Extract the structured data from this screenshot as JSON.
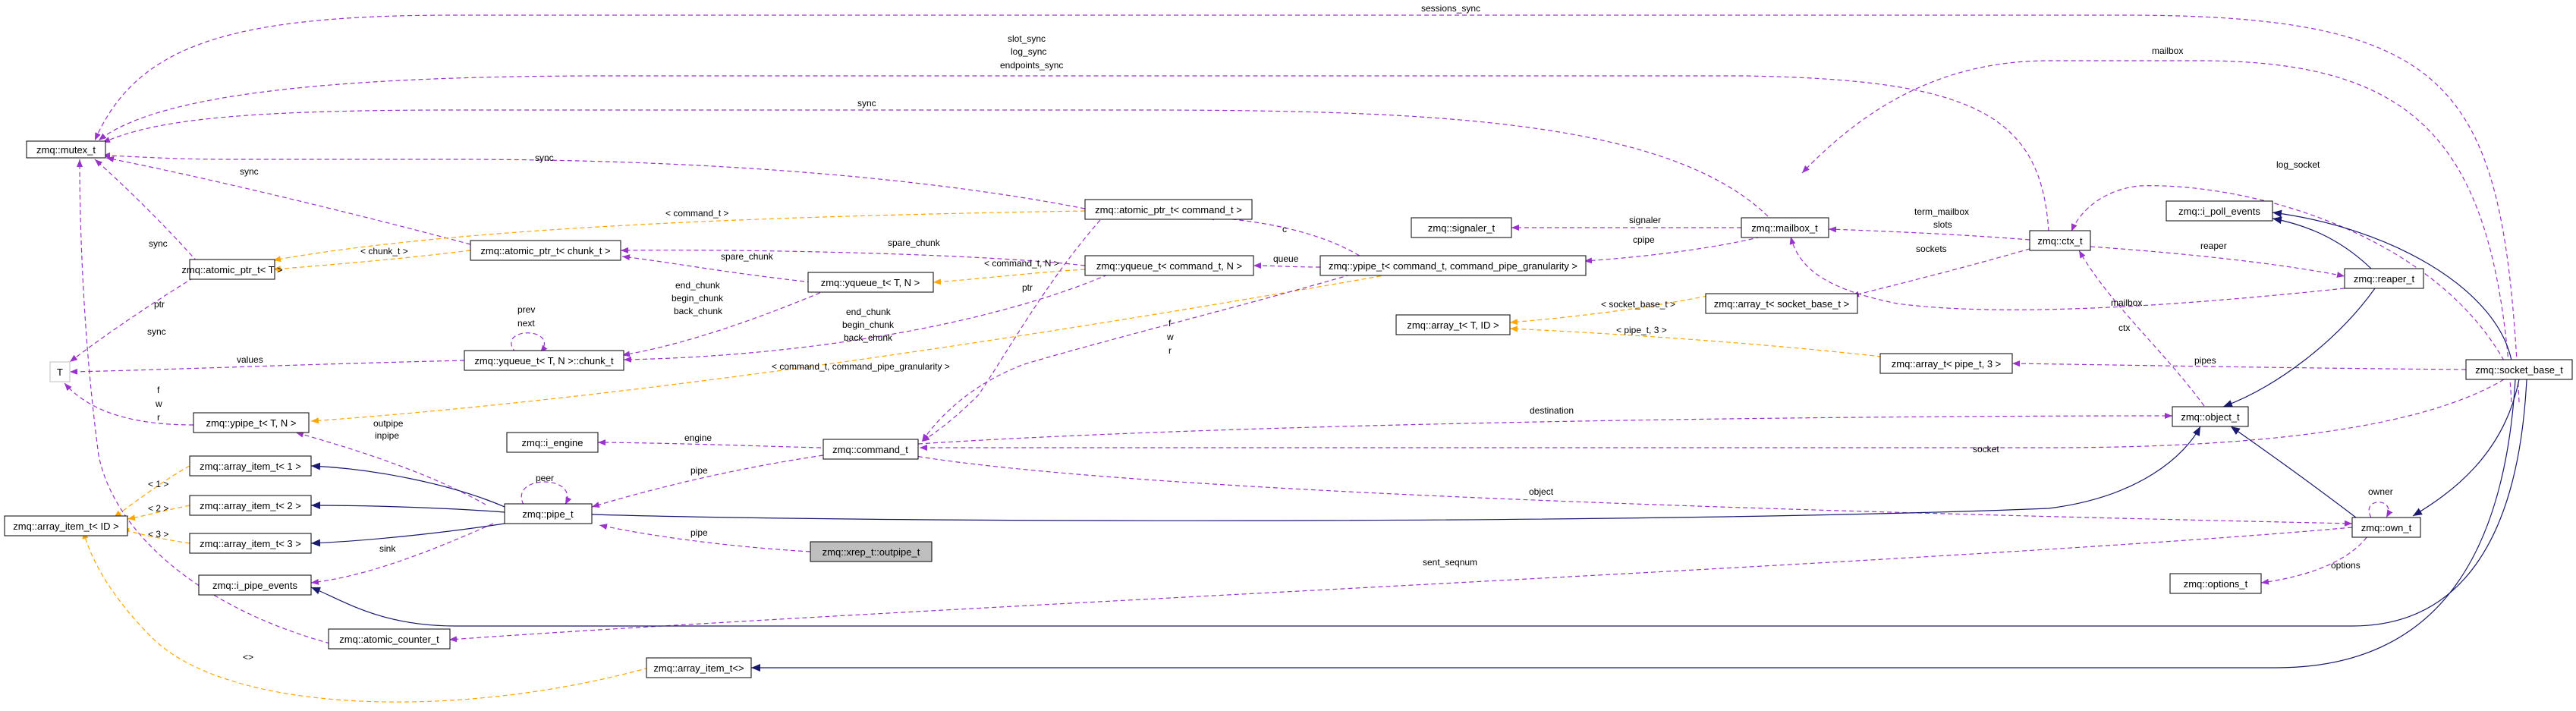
{
  "colors": {
    "usage_edge": "#9a32cd",
    "template_edge": "#ffa500",
    "inheritance_edge": "#191970",
    "highlight_node": "#bfbfbf",
    "node_border": "#000000"
  },
  "nodes": {
    "mutex": "zmq::mutex_t",
    "atomic_ptr_T": "zmq::atomic_ptr_t< T >",
    "T": "T",
    "ypipe_T_N": "zmq::ypipe_t< T, N >",
    "array_item_1": "zmq::array_item_t< 1 >",
    "array_item_2": "zmq::array_item_t< 2 >",
    "array_item_3": "zmq::array_item_t< 3 >",
    "array_item_ID": "zmq::array_item_t< ID >",
    "i_pipe_events": "zmq::i_pipe_events",
    "atomic_counter": "zmq::atomic_counter_t",
    "array_item_empty": "zmq::array_item_t<>",
    "atomic_ptr_chunk": "zmq::atomic_ptr_t< chunk_t >",
    "yqueue_chunk": "zmq::yqueue_t< T, N >::chunk_t",
    "yqueue_T_N": "zmq::yqueue_t< T, N >",
    "i_engine": "zmq::i_engine",
    "pipe": "zmq::pipe_t",
    "command": "zmq::command_t",
    "xrep_outpipe": "zmq::xrep_t::outpipe_t",
    "atomic_ptr_command": "zmq::atomic_ptr_t< command_t >",
    "yqueue_command": "zmq::yqueue_t< command_t, N >",
    "ypipe_command": "zmq::ypipe_t< command_t, command_pipe_granularity >",
    "signaler": "zmq::signaler_t",
    "mailbox": "zmq::mailbox_t",
    "array_T_ID": "zmq::array_t< T, ID >",
    "array_socket_base": "zmq::array_t< socket_base_t >",
    "array_pipe_3": "zmq::array_t< pipe_t, 3 >",
    "ctx": "zmq::ctx_t",
    "i_poll_events": "zmq::i_poll_events",
    "reaper": "zmq::reaper_t",
    "object": "zmq::object_t",
    "own": "zmq::own_t",
    "options": "zmq::options_t",
    "socket_base": "zmq::socket_base_t"
  },
  "edge_labels": {
    "sessions_sync": "sessions_sync",
    "mailbox_top": "mailbox",
    "slot_sync": "slot_sync",
    "log_sync": "log_sync",
    "endpoints_sync": "endpoints_sync",
    "sync_top": "sync",
    "sync_cmd": "sync",
    "sync_chunk": "sync",
    "sync_atomic": "sync",
    "sync_counter": "sync",
    "ptr_atomic": "ptr",
    "tpl_command": "< command_t >",
    "tpl_chunk": "< chunk_t >",
    "spare_chunk_1": "spare_chunk",
    "spare_chunk_2": "spare_chunk",
    "tpl_command_N": "< command_t, N >",
    "queue": "queue",
    "c": "c",
    "prev": "prev",
    "next": "next",
    "end_chunk_1": "end_chunk",
    "begin_chunk_1": "begin_chunk",
    "back_chunk_1": "back_chunk",
    "end_chunk_2": "end_chunk",
    "begin_chunk_2": "begin_chunk",
    "back_chunk_2": "back_chunk",
    "values": "values",
    "tpl_command_gran": "< command_t, command_pipe_granularity >",
    "ptr_cmd": "ptr",
    "f_1": "f",
    "w_1": "w",
    "r_1": "r",
    "f_2": "f",
    "w_2": "w",
    "r_2": "r",
    "outpipe": "outpipe",
    "inpipe": "inpipe",
    "peer": "peer",
    "tpl_1": "< 1 >",
    "tpl_2": "< 2 >",
    "tpl_3": "< 3 >",
    "tpl_empty": "<>",
    "sink": "sink",
    "pipe_1": "pipe",
    "pipe_2": "pipe",
    "engine": "engine",
    "signaler_lbl": "signaler",
    "cpipe": "cpipe",
    "term_mailbox": "term_mailbox",
    "slots": "slots",
    "sockets": "sockets",
    "reaper_lbl": "reaper",
    "mailbox_reaper": "mailbox",
    "log_socket": "log_socket",
    "tpl_socket_base": "< socket_base_t >",
    "tpl_pipe_3": "< pipe_t, 3 >",
    "pipes": "pipes",
    "ctx_lbl": "ctx",
    "destination": "destination",
    "socket": "socket",
    "object_lbl": "object",
    "owner": "owner",
    "options_lbl": "options",
    "sent_seqnum": "sent_seqnum"
  }
}
